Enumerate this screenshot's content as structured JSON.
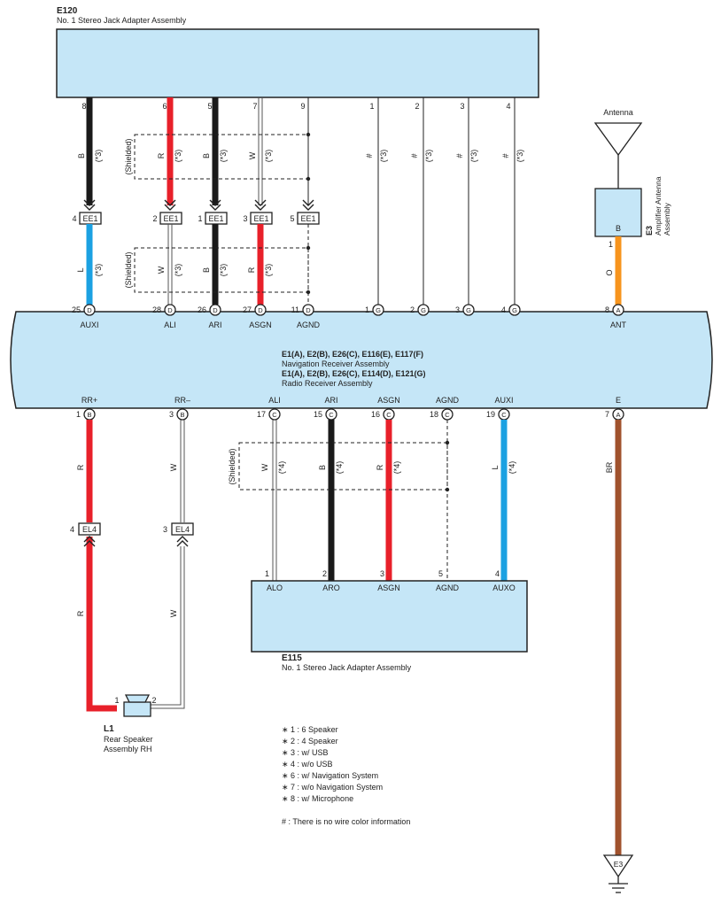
{
  "colors": {
    "component_fill": "#c5e6f7",
    "wire_black": "#1a1a1a",
    "wire_red": "#e8202a",
    "wire_blue": "#1ba1e2",
    "wire_orange": "#f7941d",
    "wire_brown": "#a0522d",
    "wire_white": "#ffffff",
    "wire_thin": "#444444"
  },
  "e120": {
    "code": "E120",
    "name": "No. 1 Stereo Jack Adapter Assembly",
    "pins": [
      "8",
      "6",
      "5",
      "7",
      "9",
      "1",
      "2",
      "3",
      "4"
    ]
  },
  "upper_wire_labels": {
    "w8": {
      "color": "B",
      "note": "(*3)"
    },
    "w6": {
      "color": "R",
      "note": "(*3)"
    },
    "w5": {
      "color": "B",
      "note": "(*3)"
    },
    "w7": {
      "color": "W",
      "note": "(*3)"
    },
    "w1": {
      "color": "#",
      "note": "(*3)"
    },
    "w2": {
      "color": "#",
      "note": "(*3)"
    },
    "w3": {
      "color": "#",
      "note": "(*3)"
    },
    "w4": {
      "color": "#",
      "note": "(*3)"
    },
    "shielded": "(Shielded)"
  },
  "ee1_connectors": [
    {
      "pin": "4",
      "label": "EE1"
    },
    {
      "pin": "2",
      "label": "EE1"
    },
    {
      "pin": "1",
      "label": "EE1"
    },
    {
      "pin": "3",
      "label": "EE1"
    },
    {
      "pin": "5",
      "label": "EE1"
    }
  ],
  "middle_wire_labels": {
    "auxi": {
      "color": "L",
      "note": "(*3)"
    },
    "ali": {
      "color": "W",
      "note": "(*3)"
    },
    "ari": {
      "color": "B",
      "note": "(*3)"
    },
    "asgn": {
      "color": "R",
      "note": "(*3)"
    },
    "shielded": "(Shielded)"
  },
  "antenna": {
    "label": "Antenna",
    "code": "E3",
    "name_line1": "Amplifier Antenna",
    "name_line2": "Assembly",
    "pin_letter": "B",
    "pin_num": "1",
    "wire_color": "O"
  },
  "receiver": {
    "line1": "E1(A), E2(B), E26(C), E116(E), E117(F)",
    "line2": "Navigation Receiver Assembly",
    "line3": "E1(A), E2(B), E26(C), E114(D), E121(G)",
    "line4": "Radio Receiver Assembly",
    "top_pins": [
      {
        "num": "25",
        "conn": "D",
        "name": "AUXI"
      },
      {
        "num": "28",
        "conn": "D",
        "name": "ALI"
      },
      {
        "num": "26",
        "conn": "D",
        "name": "ARI"
      },
      {
        "num": "27",
        "conn": "D",
        "name": "ASGN"
      },
      {
        "num": "11",
        "conn": "D",
        "name": "AGND"
      },
      {
        "num": "1",
        "conn": "G",
        "name": ""
      },
      {
        "num": "2",
        "conn": "G",
        "name": ""
      },
      {
        "num": "3",
        "conn": "G",
        "name": ""
      },
      {
        "num": "4",
        "conn": "G",
        "name": ""
      },
      {
        "num": "8",
        "conn": "A",
        "name": "ANT"
      }
    ],
    "bottom_pins": [
      {
        "num": "1",
        "conn": "B",
        "name": "RR+"
      },
      {
        "num": "3",
        "conn": "B",
        "name": "RR–"
      },
      {
        "num": "17",
        "conn": "C",
        "name": "ALI"
      },
      {
        "num": "15",
        "conn": "C",
        "name": "ARI"
      },
      {
        "num": "16",
        "conn": "C",
        "name": "ASGN"
      },
      {
        "num": "18",
        "conn": "C",
        "name": "AGND"
      },
      {
        "num": "19",
        "conn": "C",
        "name": "AUXI"
      },
      {
        "num": "7",
        "conn": "A",
        "name": "E"
      }
    ]
  },
  "lower_wire_labels": {
    "rr_plus": {
      "color": "R"
    },
    "rr_minus": {
      "color": "W"
    },
    "ali": {
      "color": "W",
      "note": "(*4)"
    },
    "ari": {
      "color": "B",
      "note": "(*4)"
    },
    "asgn": {
      "color": "R",
      "note": "(*4)"
    },
    "auxi": {
      "color": "L",
      "note": "(*4)"
    },
    "e": {
      "color": "BR"
    },
    "shielded": "(Shielded)",
    "speaker_plus": {
      "color": "R"
    },
    "speaker_minus": {
      "color": "W"
    }
  },
  "el4_connectors": [
    {
      "pin": "4",
      "label": "EL4"
    },
    {
      "pin": "3",
      "label": "EL4"
    }
  ],
  "e115": {
    "code": "E115",
    "name": "No. 1 Stereo Jack Adapter Assembly",
    "pins": [
      {
        "num": "1",
        "name": "ALO"
      },
      {
        "num": "2",
        "name": "ARO"
      },
      {
        "num": "3",
        "name": "ASGN"
      },
      {
        "num": "5",
        "name": "AGND"
      },
      {
        "num": "4",
        "name": "AUXO"
      }
    ]
  },
  "speaker": {
    "code": "L1",
    "name_line1": "Rear Speaker",
    "name_line2": "Assembly RH",
    "pin1": "1",
    "pin2": "2"
  },
  "ground": {
    "code": "E3"
  },
  "notes": [
    "∗ 1 : 6 Speaker",
    "∗ 2 : 4 Speaker",
    "∗ 3 : w/ USB",
    "∗ 4 : w/o USB",
    "∗ 6 : w/ Navigation System",
    "∗ 7 : w/o Navigation System",
    "∗ 8 : w/ Microphone"
  ],
  "footnote": "# : There is no wire color information"
}
